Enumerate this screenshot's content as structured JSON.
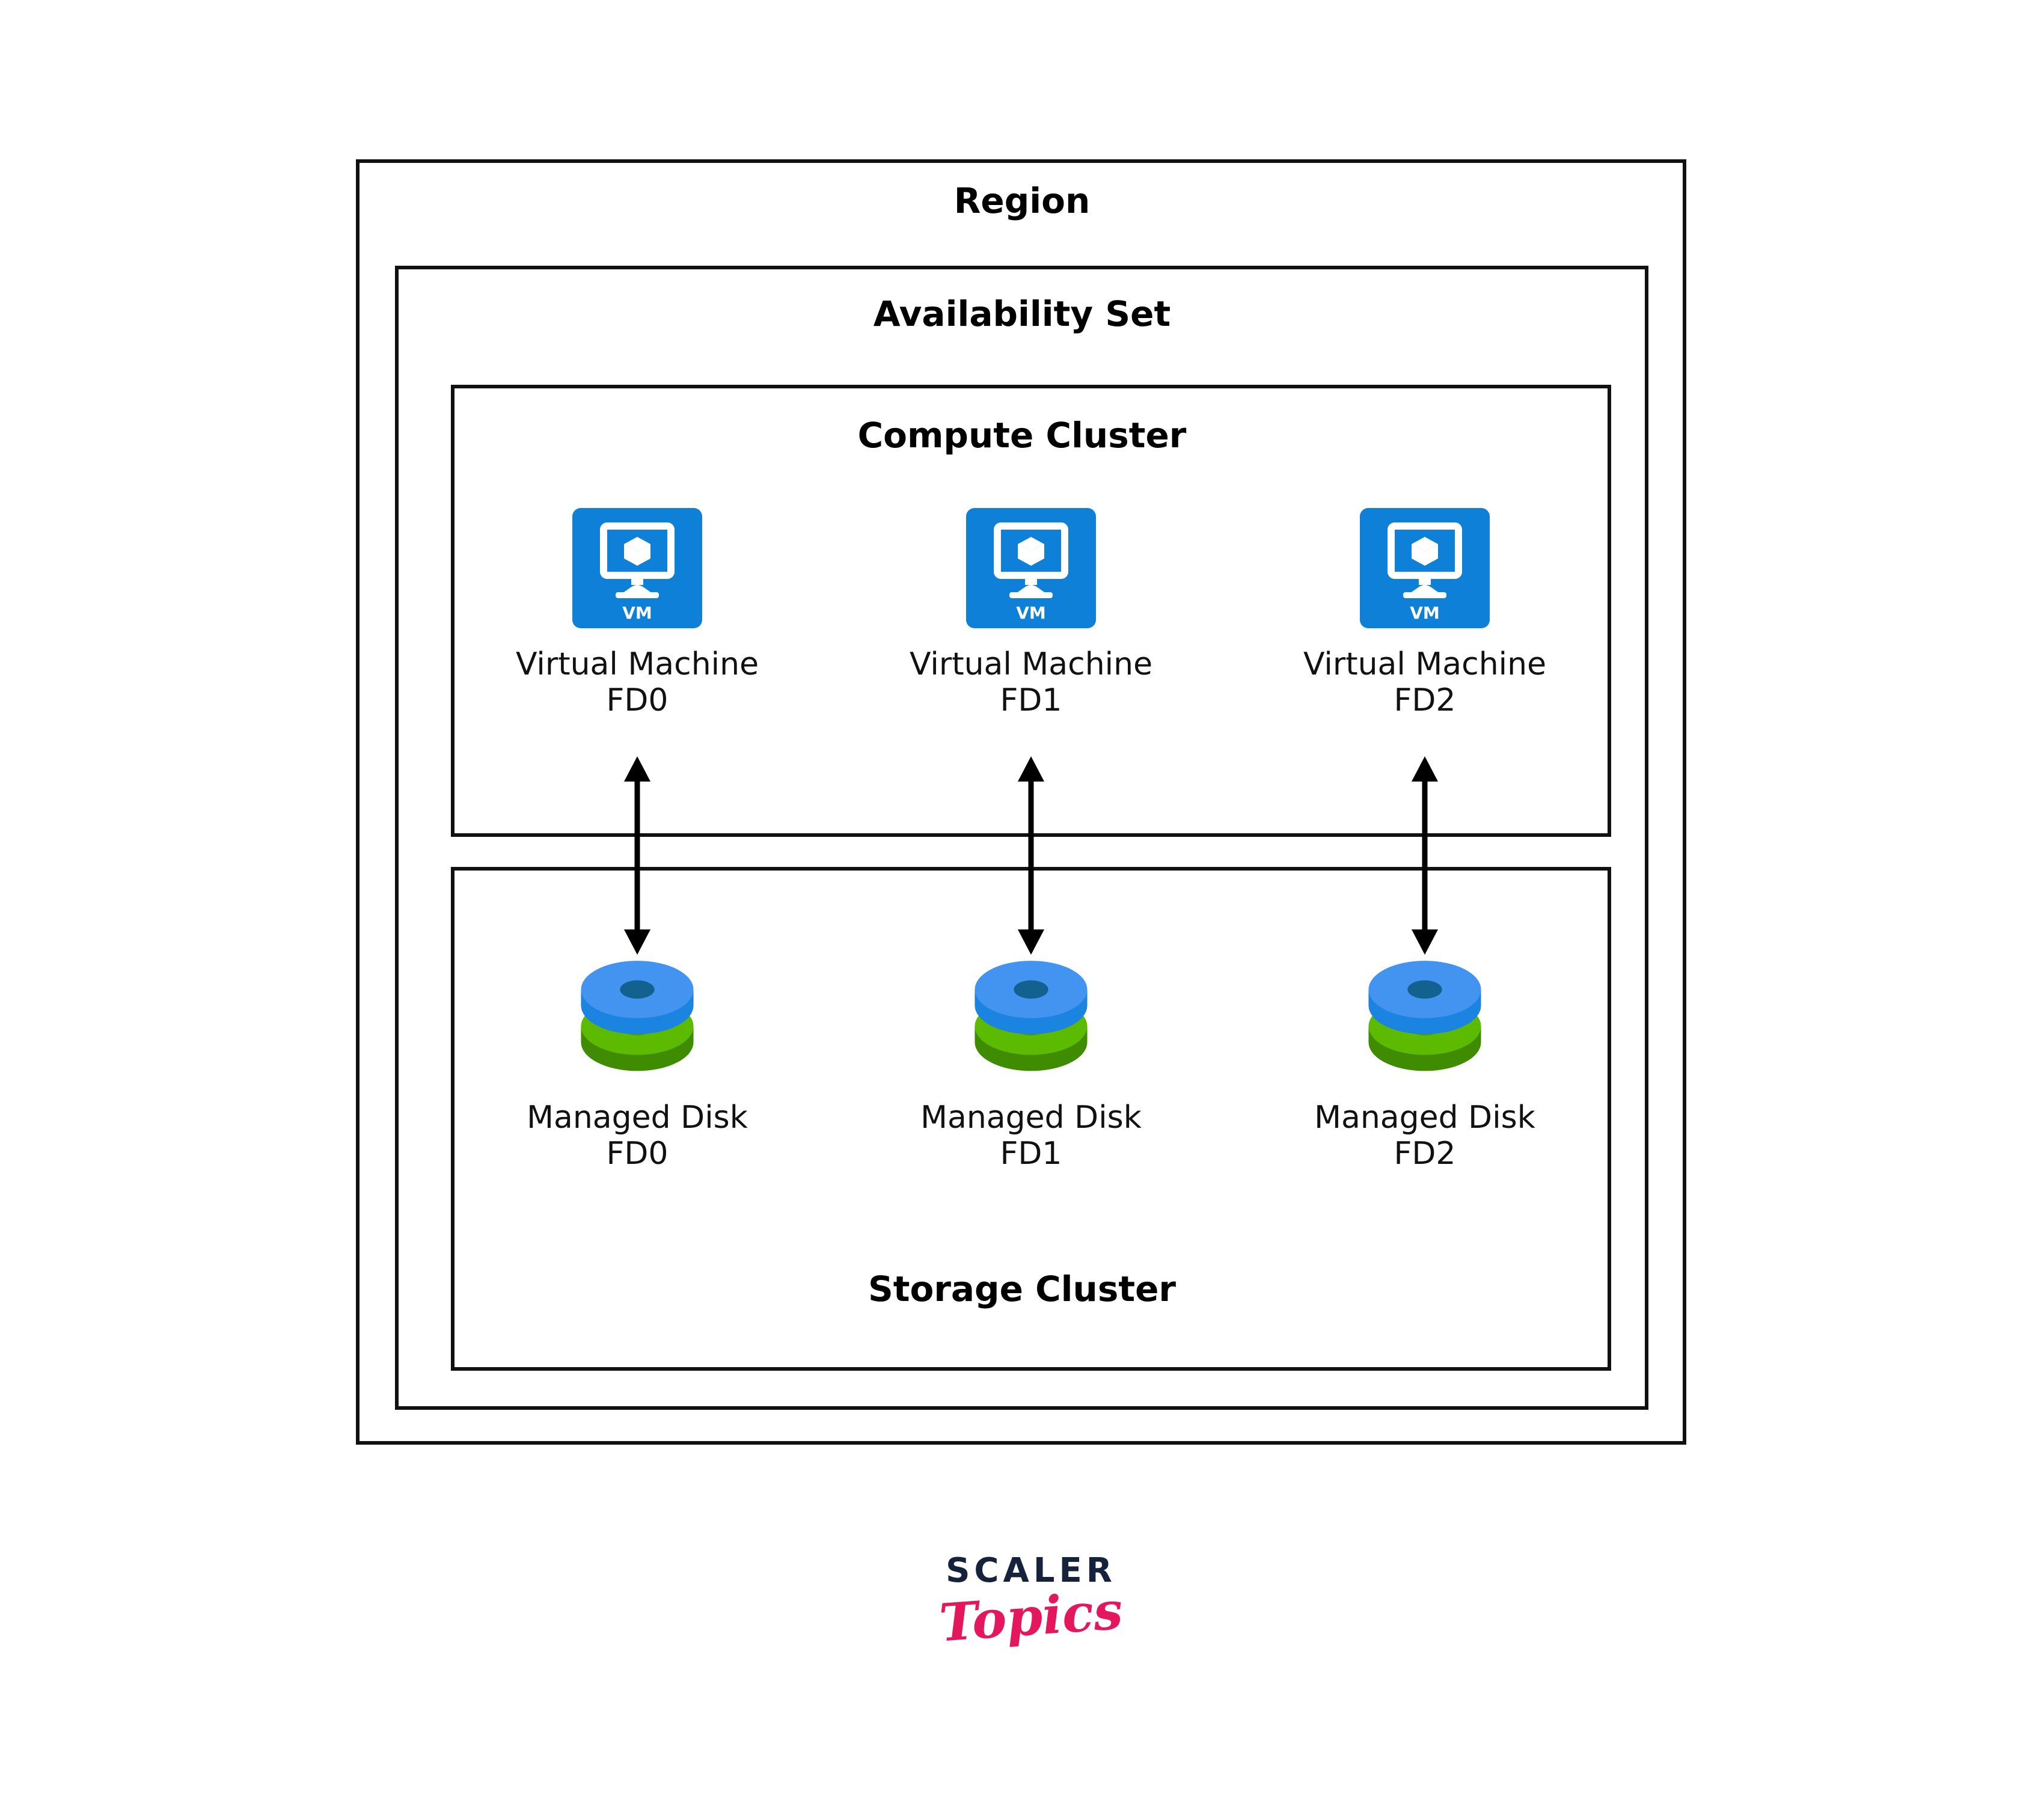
{
  "diagram": {
    "region": {
      "title": "Region"
    },
    "availability_set": {
      "title": "Availability Set"
    },
    "compute_cluster": {
      "title": "Compute Cluster"
    },
    "storage_cluster": {
      "title": "Storage Cluster"
    },
    "virtual_machines": [
      {
        "name": "Virtual Machine",
        "fault_domain": "FD0",
        "icon": "vm-icon",
        "badge": "VM"
      },
      {
        "name": "Virtual Machine",
        "fault_domain": "FD1",
        "icon": "vm-icon",
        "badge": "VM"
      },
      {
        "name": "Virtual Machine",
        "fault_domain": "FD2",
        "icon": "vm-icon",
        "badge": "VM"
      }
    ],
    "managed_disks": [
      {
        "name": "Managed Disk",
        "fault_domain": "FD0",
        "icon": "managed-disk-icon"
      },
      {
        "name": "Managed Disk",
        "fault_domain": "FD1",
        "icon": "managed-disk-icon"
      },
      {
        "name": "Managed Disk",
        "fault_domain": "FD2",
        "icon": "managed-disk-icon"
      }
    ],
    "connectors": [
      {
        "from": "Virtual Machine FD0",
        "to": "Managed Disk FD0",
        "style": "double-headed-arrow"
      },
      {
        "from": "Virtual Machine FD1",
        "to": "Managed Disk FD1",
        "style": "double-headed-arrow"
      },
      {
        "from": "Virtual Machine FD2",
        "to": "Managed Disk FD2",
        "style": "double-headed-arrow"
      }
    ]
  },
  "logo": {
    "primary": "SCALER",
    "secondary": "Topics"
  },
  "colors": {
    "vm_blue": "#0f80d8",
    "disk_blue": "#4294f0",
    "disk_blue_dark": "#1a84e0",
    "disk_blue_hole": "#12618f",
    "disk_green": "#5cba00",
    "disk_green_dark": "#3f8c00",
    "disk_green_hole": "#4a9c00",
    "border": "#111111",
    "logo_navy": "#16213c",
    "logo_pink": "#e5175c",
    "background": "#ffffff"
  }
}
